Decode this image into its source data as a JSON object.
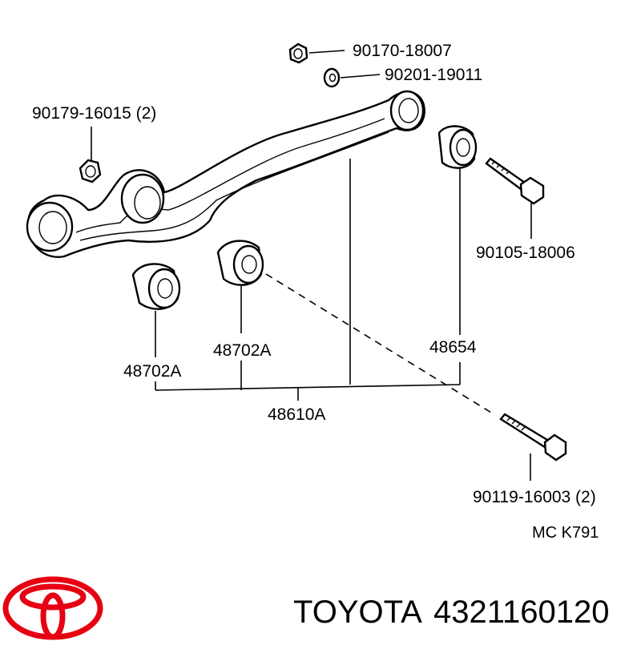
{
  "diagram": {
    "labels": {
      "nut_upper": "90170-18007",
      "washer": "90201-19011",
      "nut_left": "90179-16015 (2)",
      "bolt_right": "90105-18006",
      "bushing_left": "48702A",
      "bushing_mid": "48702A",
      "bushing_right": "48654",
      "arm_assembly": "48610A",
      "bolt_lower": "90119-16003 (2)",
      "drawing_ref": "MC K791"
    },
    "brand": {
      "name": "TOYOTA",
      "part_number": "4321160120",
      "logo": "toyota-logo-icon",
      "logo_color": "#e60012"
    }
  }
}
